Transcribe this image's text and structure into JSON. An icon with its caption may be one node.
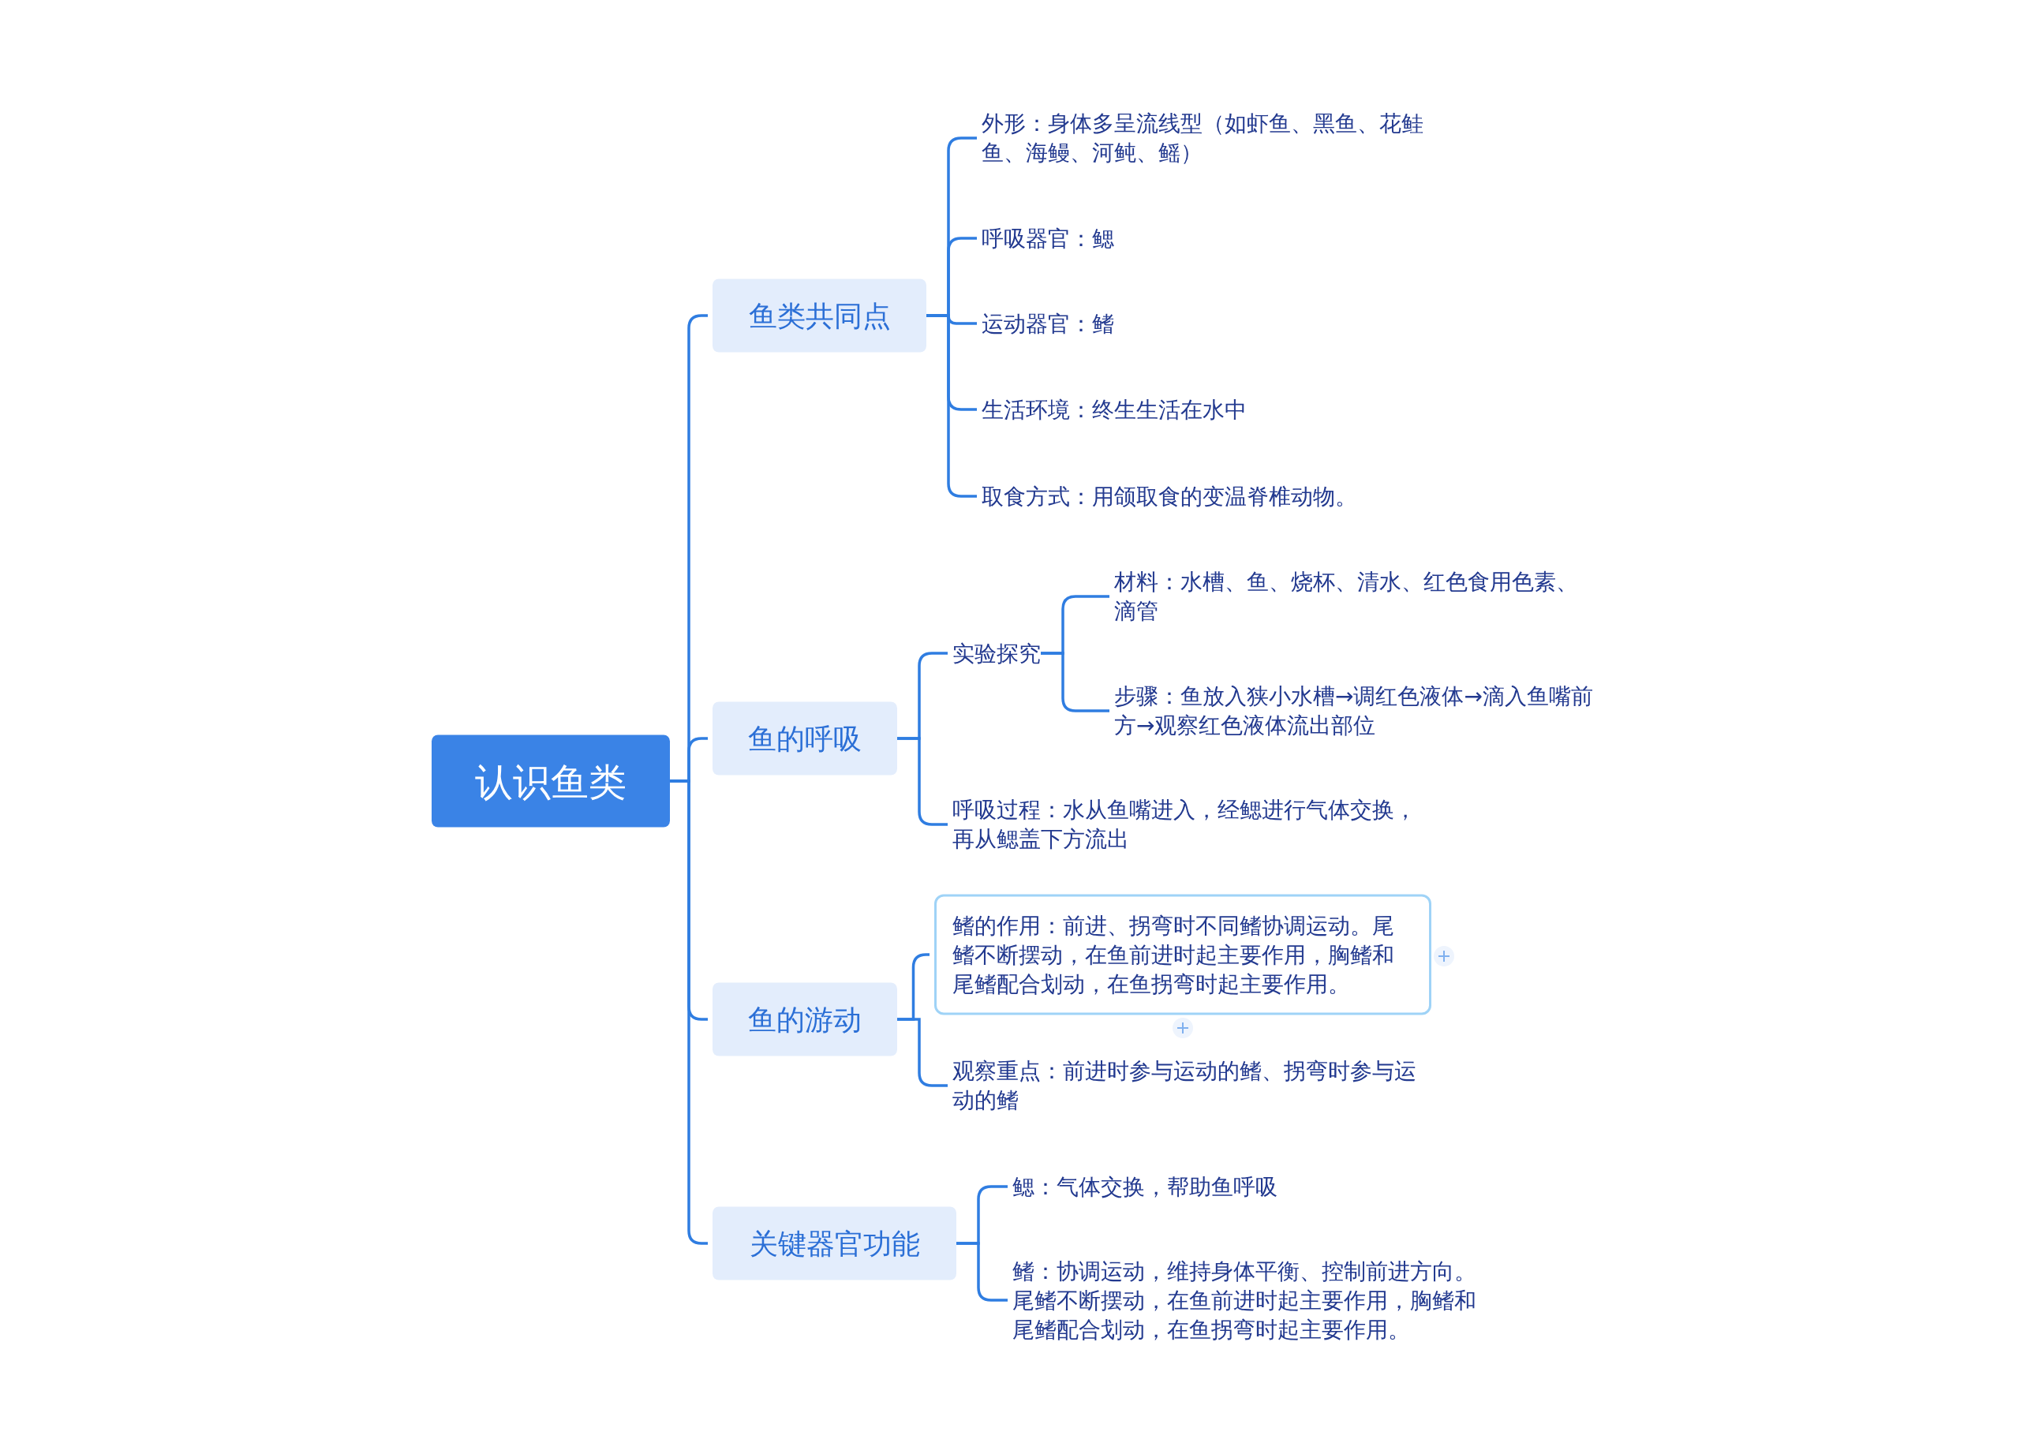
{
  "diagram": {
    "nodes": [
      {
        "text": [
          "认识鱼类"
        ]
      },
      {
        "text": [
          "鱼类共同点"
        ]
      },
      {
        "text": [
          "外形：身体多呈流线型（如虾鱼、黑鱼、花鲑鱼、海鳗、河鲀、鳐）"
        ]
      },
      {
        "text": [
          "呼吸器官：鳃"
        ]
      },
      {
        "text": [
          "运动器官：鳍"
        ]
      },
      {
        "text": [
          "生活环境：终生生活在水中"
        ]
      },
      {
        "text": [
          "取食方式：用颌取食的变温脊椎动物。"
        ]
      },
      {
        "text": [
          "鱼的呼吸"
        ]
      },
      {
        "text": [
          "实验探究"
        ]
      },
      {
        "text": [
          "材料：水槽、鱼、烧杯、清水、红色食用色素、滴管"
        ]
      },
      {
        "text": [
          "步骤：鱼放入狭小水槽→调红色液体→滴入鱼嘴前方→观察红色液体流出部位"
        ]
      },
      {
        "text": [
          "呼吸过程：水从鱼嘴进入，经鳃进行气体交换，再从鳃盖下方流出"
        ]
      },
      {
        "text": [
          "鱼的游动"
        ]
      },
      {
        "text": [
          "鳍的作用：前进、拐弯时不同鳍协调运动。尾鳍不断摆动，在鱼前进时起主要作用，胸鳍和尾鳍配合划动，在鱼拐弯时起主要作用。"
        ]
      },
      {
        "text": [
          "观察重点：前进时参与运动的鳍、拐弯时参与运动的鳍"
        ]
      },
      {
        "text": [
          "关键器官功能"
        ]
      },
      {
        "text": [
          "鳃：气体交换，帮助鱼呼吸"
        ]
      },
      {
        "text": [
          "鳍：协调运动，维持身体平衡、控制前进方向。尾鳍不断摆动，在鱼前进时起主要作用，胸鳍和尾鳍配合划动，在鱼拐弯时起主要作用。"
        ]
      }
    ],
    "edges": [
      {
        "from": 0,
        "to": 1,
        "arrow": "none"
      },
      {
        "from": 0,
        "to": 7,
        "arrow": "none"
      },
      {
        "from": 0,
        "to": 12,
        "arrow": "none"
      },
      {
        "from": 0,
        "to": 15,
        "arrow": "none"
      },
      {
        "from": 1,
        "to": 2,
        "arrow": "none"
      },
      {
        "from": 1,
        "to": 3,
        "arrow": "none"
      },
      {
        "from": 1,
        "to": 4,
        "arrow": "none"
      },
      {
        "from": 1,
        "to": 5,
        "arrow": "none"
      },
      {
        "from": 1,
        "to": 6,
        "arrow": "none"
      },
      {
        "from": 7,
        "to": 8,
        "arrow": "none"
      },
      {
        "from": 7,
        "to": 11,
        "arrow": "none"
      },
      {
        "from": 8,
        "to": 9,
        "arrow": "none"
      },
      {
        "from": 8,
        "to": 10,
        "arrow": "none"
      },
      {
        "from": 12,
        "to": 13,
        "arrow": "none"
      },
      {
        "from": 12,
        "to": 14,
        "arrow": "none"
      },
      {
        "from": 15,
        "to": 16,
        "arrow": "none"
      },
      {
        "from": 15,
        "to": 17,
        "arrow": "none"
      }
    ]
  }
}
